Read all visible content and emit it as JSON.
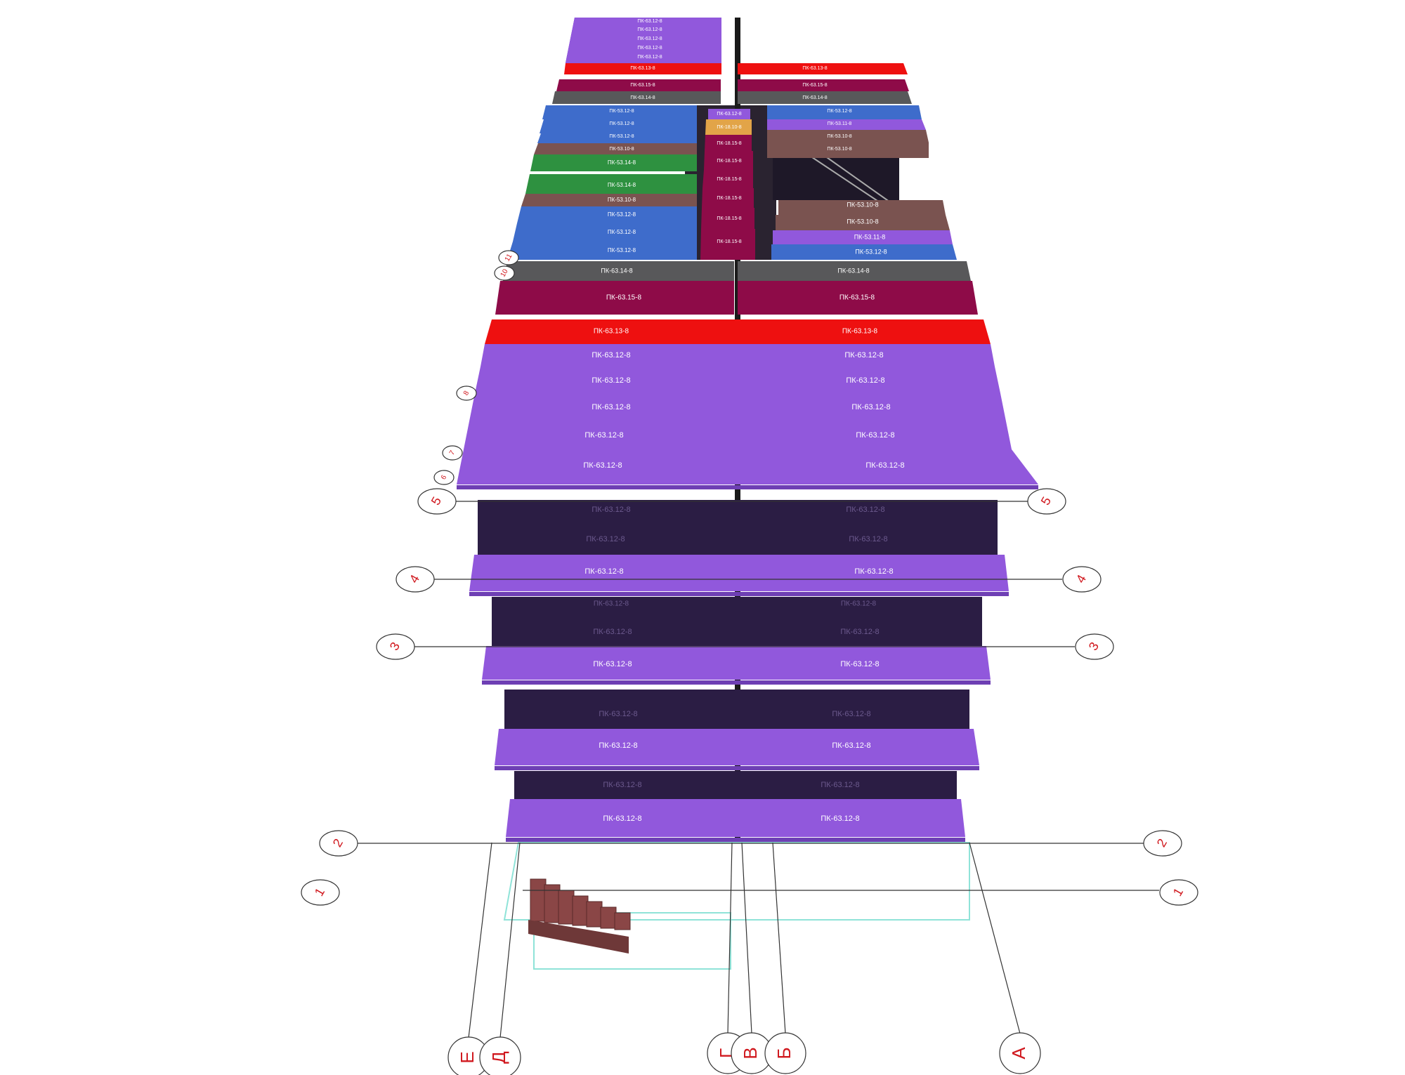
{
  "colors": {
    "background": "#ffffff",
    "violet": "#9158dc",
    "violet_edge": "#6e3fb4",
    "dark": "#2b1d44",
    "red": "#ee1010",
    "crimson": "#8e0b48",
    "gray": "#58585a",
    "blue": "#3e6ccb",
    "brown": "#7a5350",
    "green": "#2e9140",
    "orange": "#e2a448",
    "axis_red": "#d0181e",
    "glass": "#8fe3d8",
    "stairs": "#8a4646"
  },
  "slabs": [
    {
      "label": "ПК-63.12-8",
      "color": "violet"
    },
    {
      "label": "ПК-63.12-8",
      "color": "violet"
    },
    {
      "label": "ПК-63.12-8",
      "color": "violet"
    },
    {
      "label": "ПК-63.12-8",
      "color": "violet"
    },
    {
      "label": "ПК-63.12-8",
      "color": "violet"
    },
    {
      "label": "ПК-63.13-8",
      "color": "red"
    },
    {
      "label": "ПК-63.15-8",
      "color": "crimson"
    },
    {
      "label": "ПК-63.14-8",
      "color": "gray"
    },
    {
      "label": "ПК-53.12-8",
      "color": "blue"
    },
    {
      "label": "ПК-53.12-8",
      "color": "blue"
    },
    {
      "label": "ПК-53.12-8",
      "color": "blue"
    },
    {
      "label": "ПК-53.10-8",
      "color": "brown"
    },
    {
      "label": "ПК-53.14-8",
      "color": "green"
    },
    {
      "label": "ПК-53.14-8",
      "color": "green"
    },
    {
      "label": "ПК-53.10-8",
      "color": "brown"
    },
    {
      "label": "ПК-53.12-8",
      "color": "blue"
    },
    {
      "label": "ПК-53.12-8",
      "color": "blue"
    },
    {
      "label": "ПК-53.12-8",
      "color": "blue"
    },
    {
      "label": "ПК-63.14-8",
      "color": "gray"
    },
    {
      "label": "ПК-63.15-8",
      "color": "crimson"
    },
    {
      "label": "ПК-63.13-8",
      "color": "red"
    },
    {
      "label": "ПК-63.12-8",
      "color": "violet"
    },
    {
      "label": "ПК-63.12-8",
      "color": "violet"
    },
    {
      "label": "ПК-63.12-8",
      "color": "violet"
    },
    {
      "label": "ПК-63.12-8",
      "color": "violet"
    },
    {
      "label": "ПК-63.12-8",
      "color": "violet"
    },
    {
      "label": "ПК-63.12-8",
      "color": "violet"
    },
    {
      "label": "ПК-63.12-8",
      "color": "violet"
    },
    {
      "label": "ПК-63.12-8",
      "color": "violet"
    },
    {
      "label": "ПК-63.12-8",
      "color": "violet"
    },
    {
      "label": "ПК-63.12-8",
      "color": "violet"
    },
    {
      "label": "ПК-63.12-8",
      "color": "violet"
    },
    {
      "label": "ПК-63.12-8",
      "color": "violet"
    },
    {
      "label": "ПК-63.12-8",
      "color": "violet"
    },
    {
      "label": "ПК-63.12-8",
      "color": "violet"
    },
    {
      "label": "ПК-63.12-8",
      "color": "violet"
    },
    {
      "label": "ПК-63.12-8",
      "color": "violet"
    },
    {
      "label": "ПК-63.12-8",
      "color": "violet"
    },
    {
      "label": "ПК-63.12-8",
      "color": "violet"
    },
    {
      "label": "ПК-63.12-8",
      "color": "violet"
    },
    {
      "label": "ПК-63.12-8",
      "color": "violet"
    },
    {
      "label": "ПК-63.12-8",
      "color": "violet"
    },
    {
      "label": "ПК-63.12-8",
      "color": "violet"
    },
    {
      "label": "ПК-63.12-8",
      "color": "violet"
    },
    {
      "label": "ПК-63.12-8",
      "color": "violet"
    },
    {
      "label": "ПК-63.12-8",
      "color": "violet"
    },
    {
      "label": "ПК-63.12-8",
      "color": "violet"
    },
    {
      "label": "ПК-63.13-8",
      "color": "red"
    },
    {
      "label": "ПК-63.15-8",
      "color": "crimson"
    },
    {
      "label": "ПК-63.14-8",
      "color": "gray"
    },
    {
      "label": "ПК-53.12-8",
      "color": "blue"
    },
    {
      "label": "ПК-53.11-8",
      "color": "violet"
    },
    {
      "label": "ПК-53.10-8",
      "color": "brown"
    },
    {
      "label": "ПК-53.10-8",
      "color": "brown"
    },
    {
      "label": "ПК-53.10-8",
      "color": "brown"
    },
    {
      "label": "ПК-53.10-8",
      "color": "brown"
    },
    {
      "label": "ПК-53.11-8",
      "color": "violet"
    },
    {
      "label": "ПК-53.12-8",
      "color": "blue"
    },
    {
      "label": "ПК-63.14-8",
      "color": "gray"
    },
    {
      "label": "ПК-63.15-8",
      "color": "crimson"
    },
    {
      "label": "ПК-63.13-8",
      "color": "red"
    },
    {
      "label": "ПК-63.12-8",
      "color": "violet"
    },
    {
      "label": "ПК-63.12-8",
      "color": "violet"
    },
    {
      "label": "ПК-63.12-8",
      "color": "violet"
    },
    {
      "label": "ПК-63.12-8",
      "color": "violet"
    },
    {
      "label": "ПК-63.12-8",
      "color": "violet"
    },
    {
      "label": "ПК-63.12-8",
      "color": "violet"
    },
    {
      "label": "ПК-63.12-8",
      "color": "violet"
    },
    {
      "label": "ПК-63.12-8",
      "color": "violet"
    },
    {
      "label": "ПК-63.12-8",
      "color": "violet"
    },
    {
      "label": "ПК-63.12-8",
      "color": "violet"
    },
    {
      "label": "ПК-63.12-8",
      "color": "violet"
    },
    {
      "label": "ПК-63.12-8",
      "color": "violet"
    },
    {
      "label": "ПК-63.12-8",
      "color": "violet"
    },
    {
      "label": "ПК-63.12-8",
      "color": "violet"
    },
    {
      "label": "ПК-63.12-8",
      "color": "violet"
    },
    {
      "label": "ПК-63.12-8",
      "color": "violet"
    },
    {
      "label": "ПК-63.12-8",
      "color": "violet"
    },
    {
      "label": "ПК-63.12-8",
      "color": "violet"
    },
    {
      "label": "ПК-63.12-8",
      "color": "violet"
    },
    {
      "label": "ПК-63.12-8",
      "color": "violet"
    },
    {
      "label": "ПК-63.12-8",
      "color": "violet"
    },
    {
      "label": "ПК-63.12-8",
      "color": "violet"
    },
    {
      "label": "ПК-18.10-8",
      "color": "orange"
    },
    {
      "label": "ПК-18.15-8",
      "color": "crimson"
    },
    {
      "label": "ПК-18.15-8",
      "color": "crimson"
    },
    {
      "label": "ПК-18.15-8",
      "color": "crimson"
    },
    {
      "label": "ПК-18.15-8",
      "color": "crimson"
    },
    {
      "label": "ПК-18.15-8",
      "color": "crimson"
    },
    {
      "label": "ПК-18.15-8",
      "color": "crimson"
    },
    {
      "label": "ПК-18.15-8",
      "color": "crimson"
    }
  ],
  "axes_numbers": [
    "1",
    "2",
    "3",
    "4",
    "5",
    "6",
    "7",
    "8",
    "10",
    "11"
  ],
  "axes_letters": [
    "Е",
    "Д",
    "Г",
    "В",
    "Б",
    "А"
  ]
}
